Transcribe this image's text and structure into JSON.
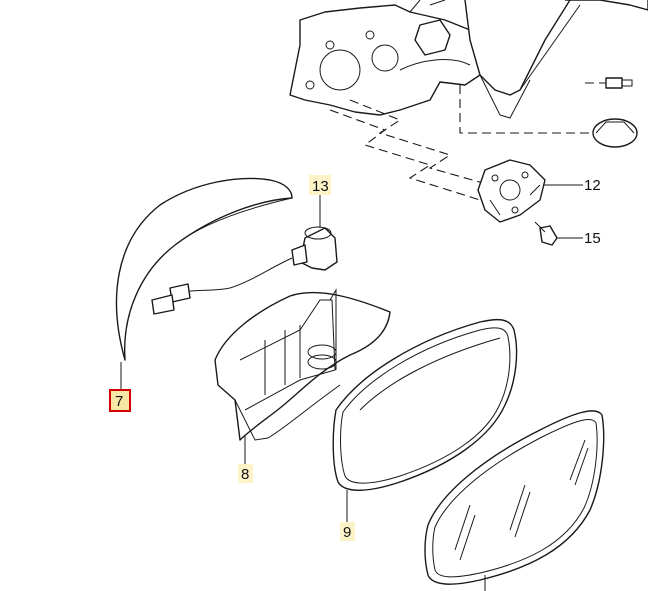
{
  "callouts": {
    "p7": "7",
    "p8": "8",
    "p9": "9",
    "p12": "12",
    "p13": "13",
    "p15": "15"
  },
  "selected_callout": "7",
  "colors": {
    "line": "#1a1a1a",
    "highlight_border": "#d40000",
    "highlight_fill": "#f7e7a6",
    "label_fill": "#fdf3c8"
  }
}
